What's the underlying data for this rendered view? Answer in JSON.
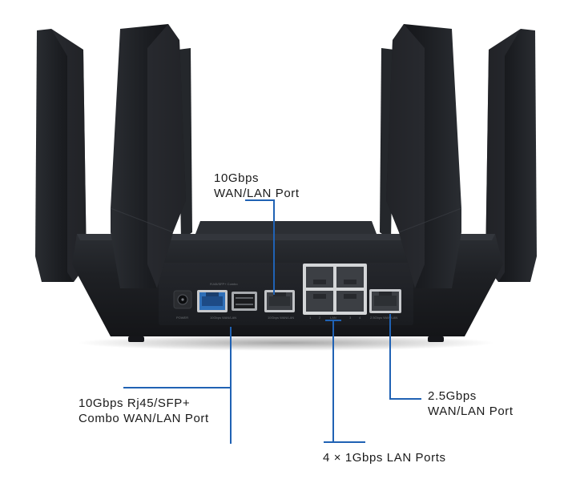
{
  "colors": {
    "callout_line": "#2062b4",
    "router_body": "#1c1e22",
    "antenna_dark": "#17191c",
    "antenna_light": "#3a3d43",
    "port_highlight": "#2e6fb8"
  },
  "callouts": {
    "wan_lan_10g": {
      "line1": "10Gbps",
      "line2": "WAN/LAN Port"
    },
    "combo_10g": {
      "line1": "10Gbps Rj45/SFP+",
      "line2": "Combo WAN/LAN Port"
    },
    "lan_1g": {
      "text": "4 × 1Gbps LAN Ports"
    },
    "wan_lan_2_5g": {
      "line1": "2.5Gbps",
      "line2": "WAN/LAN Port"
    }
  },
  "panel_labels": {
    "power": "POWER",
    "combo_header": "RJ45/SFP+ Combo",
    "combo_footer": "10Gbps WAN/LAN",
    "port_10g": "10Gbps WAN/LAN",
    "lan": "LAN",
    "lan_1": "1",
    "lan_2": "2",
    "lan_3": "3",
    "lan_4": "4",
    "port_2_5g": "2.5Gbps WAN/LAN"
  }
}
